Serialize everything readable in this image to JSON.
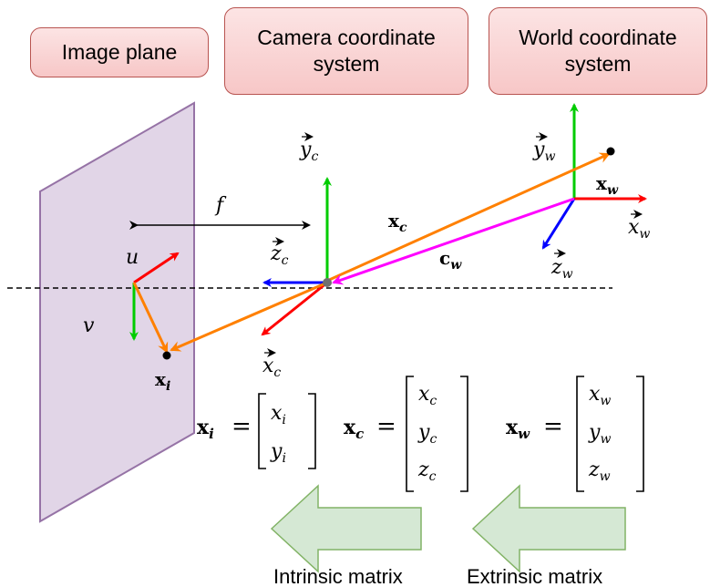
{
  "boxes": {
    "image_plane": "Image plane",
    "camera_line1": "Camera coordinate",
    "camera_line2": "system",
    "world_line1": "World coordinate",
    "world_line2": "system"
  },
  "labels": {
    "f": "f",
    "u": "u",
    "v": "v",
    "xi": "x",
    "xi_sub": "i",
    "yc": "y",
    "yc_sub": "c",
    "zc": "z",
    "zc_sub": "c",
    "xc_axis": "x",
    "xc_axis_sub": "c",
    "xc_vec": "x",
    "xc_vec_sub": "c",
    "cw": "c",
    "cw_sub": "w",
    "yw": "y",
    "yw_sub": "w",
    "xw_axis": "x",
    "xw_axis_sub": "w",
    "zw": "z",
    "zw_sub": "w",
    "xw_point": "x",
    "xw_point_sub": "w"
  },
  "equations": {
    "xi_lhs": "x",
    "xi_lhs_sub": "i",
    "xi_rows": [
      [
        "x",
        "i"
      ],
      [
        "y",
        "i"
      ]
    ],
    "xc_lhs": "x",
    "xc_lhs_sub": "c",
    "xc_rows": [
      [
        "x",
        "c"
      ],
      [
        "y",
        "c"
      ],
      [
        "z",
        "c"
      ]
    ],
    "xw_lhs": "x",
    "xw_lhs_sub": "w",
    "xw_rows": [
      [
        "x",
        "w"
      ],
      [
        "y",
        "w"
      ],
      [
        "z",
        "w"
      ]
    ],
    "equals": "="
  },
  "captions": {
    "intrinsic": "Intrinsic matrix",
    "extrinsic": "Extrinsic matrix"
  },
  "colors": {
    "plane_fill": "#e1d5e7",
    "plane_stroke": "#9673a6",
    "red": "#ff0000",
    "green": "#00cc00",
    "blue": "#0000ff",
    "orange": "#ff8000",
    "magenta": "#ff00ff",
    "arrow_fill": "#d5e8d4",
    "arrow_stroke": "#82b366"
  }
}
